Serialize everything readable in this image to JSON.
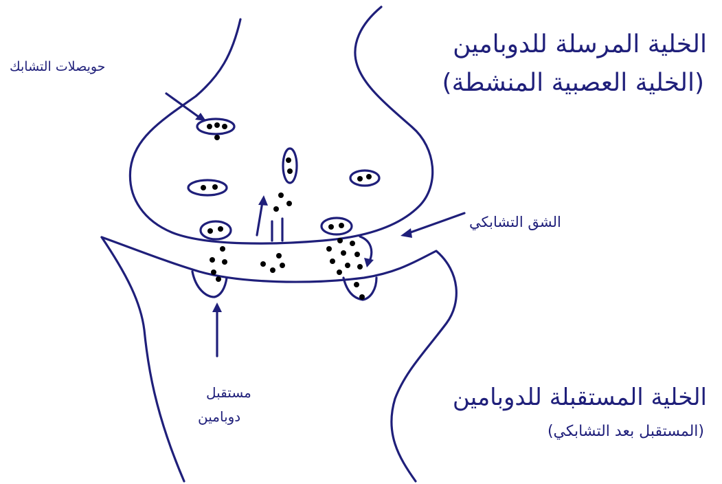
{
  "colors": {
    "ink": "#1f1f7a",
    "dot": "#000000",
    "background": "#ffffff"
  },
  "labels": {
    "presynaptic_title": "الخلية المرسلة للدوبامين",
    "presynaptic_subtitle": "(الخلية العصبية المنشطة)",
    "vesicles": "حويصلات التشابك",
    "cleft": "الشق التشابكي",
    "receptor_line1": "مستقبل",
    "receptor_line2": "دوبامين",
    "postsynaptic_title": "الخلية المستقبلة للدوبامين",
    "postsynaptic_subtitle": "(المستقبل بعد التشابكي)"
  }
}
